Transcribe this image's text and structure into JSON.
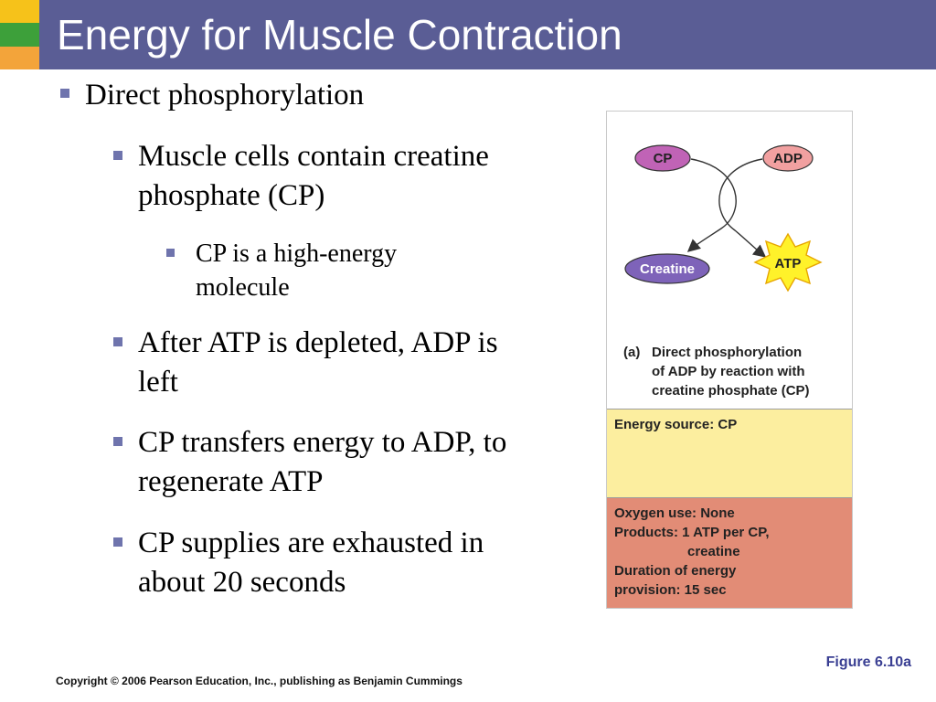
{
  "slide": {
    "title": "Energy for Muscle Contraction",
    "colors": {
      "title_bar": "#5a5d95",
      "accent_yellow": "#f6c21a",
      "accent_green": "#3da03a",
      "accent_orange": "#f3a43a",
      "bullet": "#6f74ad"
    }
  },
  "bullets": {
    "main": "Direct phosphorylation",
    "sub1": "Muscle cells contain creatine phosphate (CP)",
    "sub1_detail": "CP is a high-energy molecule",
    "sub2": "After ATP is depleted, ADP is left",
    "sub3": "CP transfers energy to ADP, to regenerate ATP",
    "sub4": "CP supplies are exhausted in about 20 seconds"
  },
  "figure": {
    "nodes": {
      "cp": "CP",
      "adp": "ADP",
      "creatine": "Creatine",
      "atp": "ATP"
    },
    "caption_label": "(a)",
    "caption_line1": "Direct phosphorylation",
    "caption_line2": "of ADP by reaction with",
    "caption_line3": "creatine phosphate (CP)",
    "energy_source": "Energy source: CP",
    "oxygen_use": "Oxygen use: None",
    "products_line1": "Products: 1 ATP per CP,",
    "products_line2": "creatine",
    "duration_line1": "Duration of energy",
    "duration_line2": "provision: 15 sec",
    "colors": {
      "cp_node": "#c063b6",
      "adp_node": "#f1a0a0",
      "creatine_node": "#7e63b9",
      "atp_star": "#fff22a",
      "energy_panel": "#fcee9f",
      "oxygen_panel": "#e28c76"
    }
  },
  "figure_label": "Figure 6.10a",
  "copyright": "Copyright © 2006 Pearson Education, Inc., publishing as Benjamin Cummings"
}
